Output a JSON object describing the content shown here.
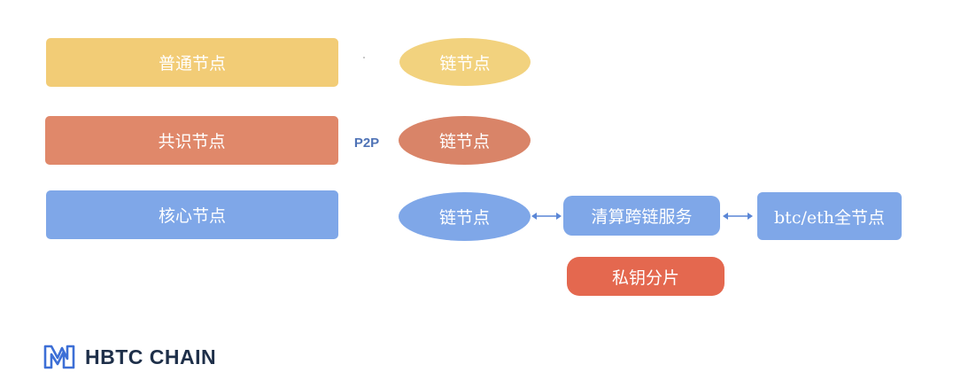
{
  "nodes": {
    "ordinary": "普通节点",
    "consensus": "共识节点",
    "core": "核心节点",
    "chain_node_1": "链节点",
    "chain_node_2": "链节点",
    "chain_node_3": "链节点",
    "clearing_service": "清算跨链服务",
    "full_node": "btc/eth全节点",
    "key_shard": "私钥分片"
  },
  "p2p_label": "P2P",
  "logo": {
    "text": "HBTC CHAIN"
  },
  "colors": {
    "yellow": "#f2cc76",
    "yellow_light": "#f2d27e",
    "orange": "#e0886a",
    "orange_ellipse": "#d98468",
    "blue": "#7fa7e8",
    "red": "#e4684f",
    "p2p_text": "#4f73b6",
    "logo_dark": "#1e2f49",
    "logo_blue": "#3d6fd6"
  }
}
